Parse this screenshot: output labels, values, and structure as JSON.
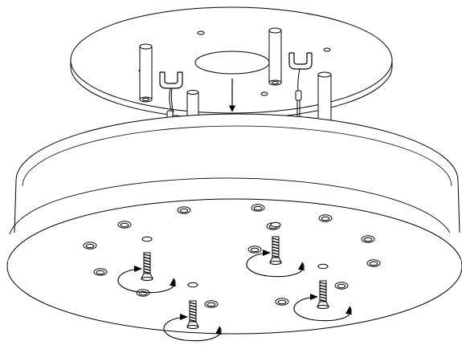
{
  "diagram": {
    "kind": "assembly-illustration",
    "description_shown": false,
    "colors": {
      "stroke": "#000000",
      "fill": "#ffffff",
      "shadow": "#bfbfbf"
    },
    "parts": {
      "mounting_plate": {
        "standoff_posts": 4,
        "ceiling_hole": 1,
        "wire_hooks": 2,
        "small_holes": 4
      },
      "canopy_base": {
        "screws": 4,
        "rotation_arrows": 4,
        "threaded_inserts": 14,
        "open_holes": 5
      }
    },
    "arrows": {
      "drop_direction": "down",
      "screw_direction": "clockwise"
    }
  }
}
